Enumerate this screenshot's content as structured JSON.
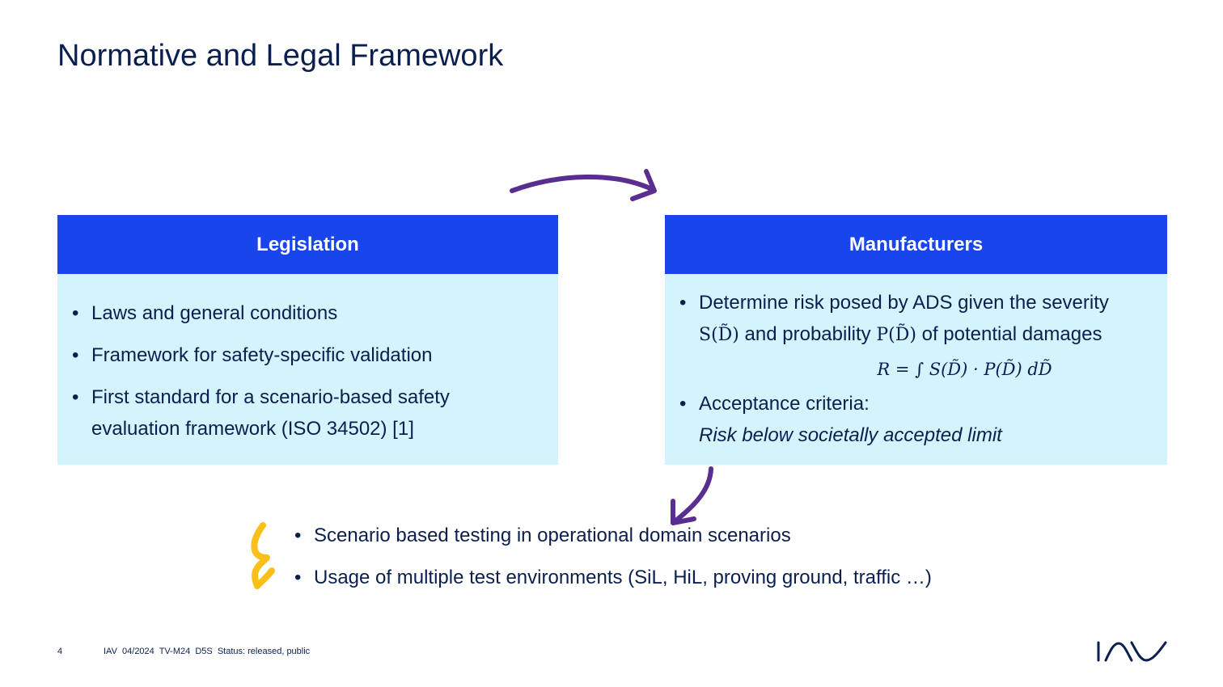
{
  "title": "Normative and Legal Framework",
  "legislation": {
    "header": "Legislation",
    "items": [
      "Laws and general conditions",
      "Framework for safety-specific validation",
      "First standard for a scenario-based safety evaluation framework (ISO 34502) [1]"
    ]
  },
  "manufacturers": {
    "header": "Manufacturers",
    "item1_line1": "Determine risk posed by ADS given the severity",
    "item1_s": "S(D̃)",
    "item1_mid": " and probability ",
    "item1_p": "P(D̃)",
    "item1_end": " of potential damages",
    "formula": "R = ∫ S(D̃) · P(D̃) dD̃",
    "item2_line1": "Acceptance criteria:",
    "item2_line2": "Risk below societally accepted limit"
  },
  "bottom_items": [
    "Scenario based testing in operational domain scenarios",
    "Usage of multiple test environments (SiL, HiL, proving ground, traffic …)"
  ],
  "footer": {
    "page": "4",
    "info": "IAV  04/2024  TV-M24  D5S  Status: released, public"
  },
  "logo": "IAV",
  "colors": {
    "header_blue": "#1846ec",
    "box_bg": "#d3f3fd",
    "arrow": "#5a2d91",
    "bolt": "#fbbf1a",
    "text": "#0b1f4f"
  }
}
